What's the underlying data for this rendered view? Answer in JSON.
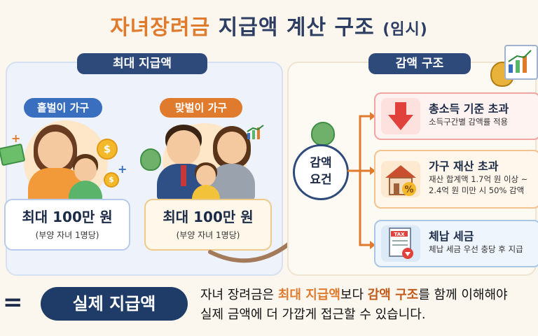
{
  "title": {
    "part1": "자녀장려금",
    "part2": "지급액 계산 구조",
    "part3": "(임시)"
  },
  "left_panel": {
    "tab_label": "최대 지급액",
    "single": {
      "pill": "홑벌이 가구",
      "amount": "최대 100만 원",
      "note": "(부양 자녀 1명당)"
    },
    "dual": {
      "pill": "맞벌이 가구",
      "amount": "최대 100만 원",
      "note": "(부양 자녀 1명당)"
    }
  },
  "right_panel": {
    "tab_label": "감액 구조",
    "requirement": {
      "line1": "감액",
      "line2": "요건"
    },
    "cards": [
      {
        "title": "총소득 기준 초과",
        "desc1": "소득구간별 감액률 적용",
        "desc2": "",
        "icon": "down-arrow-icon"
      },
      {
        "title": "가구 재산 초과",
        "desc1": "재산 합계액 1.7억 원 이상 ~",
        "desc2": "2.4억 원 미만 시 50% 감액",
        "icon": "house-percent-icon"
      },
      {
        "title": "체납 세금",
        "desc1": "체납 세금 우선 충당 후 지급",
        "desc2": "",
        "icon": "tax-document-icon"
      }
    ]
  },
  "bottom": {
    "equals": "=",
    "pill": "실제 지급액",
    "line1_a": "자녀 장려금은 ",
    "line1_b": "최대 지급액",
    "line1_c": "보다 ",
    "line1_d": "감액 구조",
    "line1_e": "를 함께 이해해야",
    "line2": "실제 금액에 더 가깝게 접근할 수 있습니다."
  },
  "colors": {
    "navy": "#1f3c68",
    "orange": "#e07a2c",
    "blue": "#3a6fbf"
  }
}
